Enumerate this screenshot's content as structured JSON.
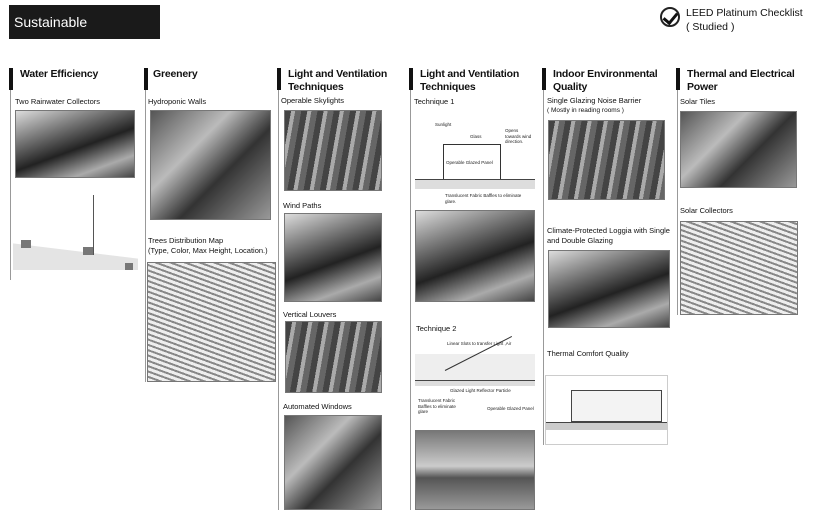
{
  "title": "Sustainable Techniques",
  "leed": {
    "line1": "LEED Platinum Checklist",
    "line2": "( Studied )"
  },
  "columns": [
    {
      "heading": "Water Efficiency",
      "labels": [
        "Two Rainwater Collectors"
      ]
    },
    {
      "heading": "Greenery",
      "labels": [
        "Hydroponic Walls",
        "Trees Distribution Map",
        "(Type, Color, Max Height, Location.)"
      ]
    },
    {
      "heading": "Light and Ventilation Techniques",
      "labels": [
        "Operable Skylights",
        "Wind Paths",
        "Vertical Louvers",
        "Automated Windows"
      ]
    },
    {
      "heading": "Light and Ventilation Techniques",
      "labels": [
        "Technique 1",
        "Technique 2"
      ]
    },
    {
      "heading": "Indoor Environmental Quality",
      "labels": [
        "Single Glazing Noise Barrier",
        "( Mostly in reading rooms )",
        "Climate-Protected Loggia with Single and Double Glazing",
        "Thermal Comfort Quality"
      ]
    },
    {
      "heading": "Thermal and Electrical Power",
      "labels": [
        "Solar Tiles",
        "Solar Collectors"
      ]
    }
  ],
  "diagrams": {
    "t1": [
      "Sunlight",
      "Glass",
      "Opens towards wind direction.",
      "Operable Glazed Panel",
      "Translucent Fabric Baffles to eliminate glare."
    ],
    "t2": [
      "Linear Slots to transfer Light ,Air",
      "Glazed Light Reflector Particle",
      "Translucent Fabric Baffles to eliminate glare",
      "Operable Glazed Panel"
    ]
  }
}
